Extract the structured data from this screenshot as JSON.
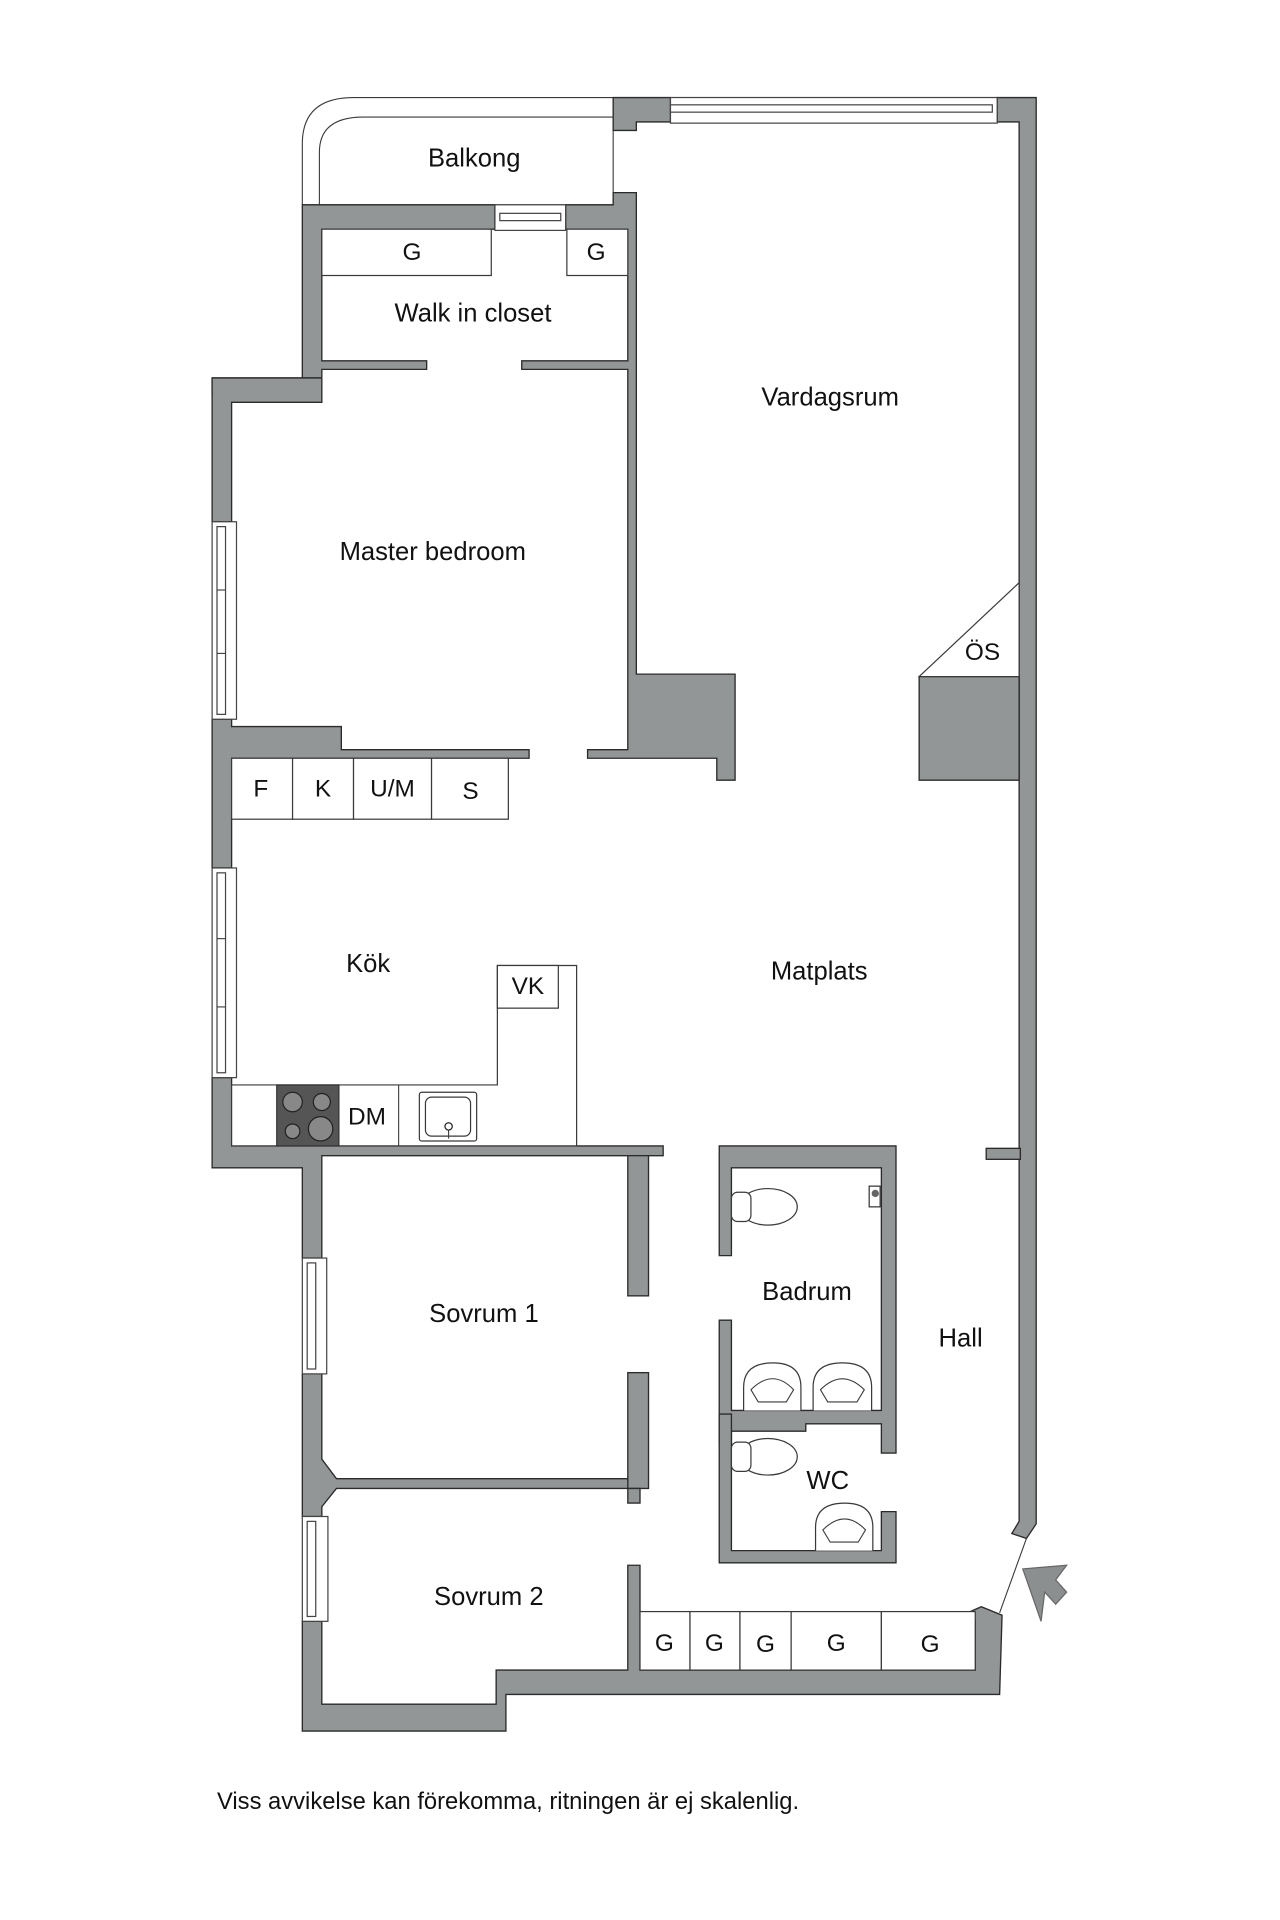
{
  "plan": {
    "wall_color": "#939696",
    "rooms": {
      "balcony": "Balkong",
      "walk_in_closet": "Walk in closet",
      "living_room": "Vardagsrum",
      "master_bedroom": "Master bedroom",
      "kitchen": "Kök",
      "dining": "Matplats",
      "bathroom": "Badrum",
      "hall": "Hall",
      "bedroom_1": "Sovrum 1",
      "bedroom_2": "Sovrum 2",
      "wc": "WC"
    },
    "fixtures": {
      "closet_wardrobe_1": "G",
      "closet_wardrobe_2": "G",
      "shaft": "ÖS",
      "fridge": "F",
      "freezer": "K",
      "oven_micro": "U/M",
      "cupboard": "S",
      "dishwasher": "DM",
      "washer": "VK",
      "hall_wardrobes": [
        "G",
        "G",
        "G",
        "G",
        "G"
      ]
    },
    "disclaimer": "Viss avvikelse kan förekomma, ritningen är ej skalenlig."
  }
}
